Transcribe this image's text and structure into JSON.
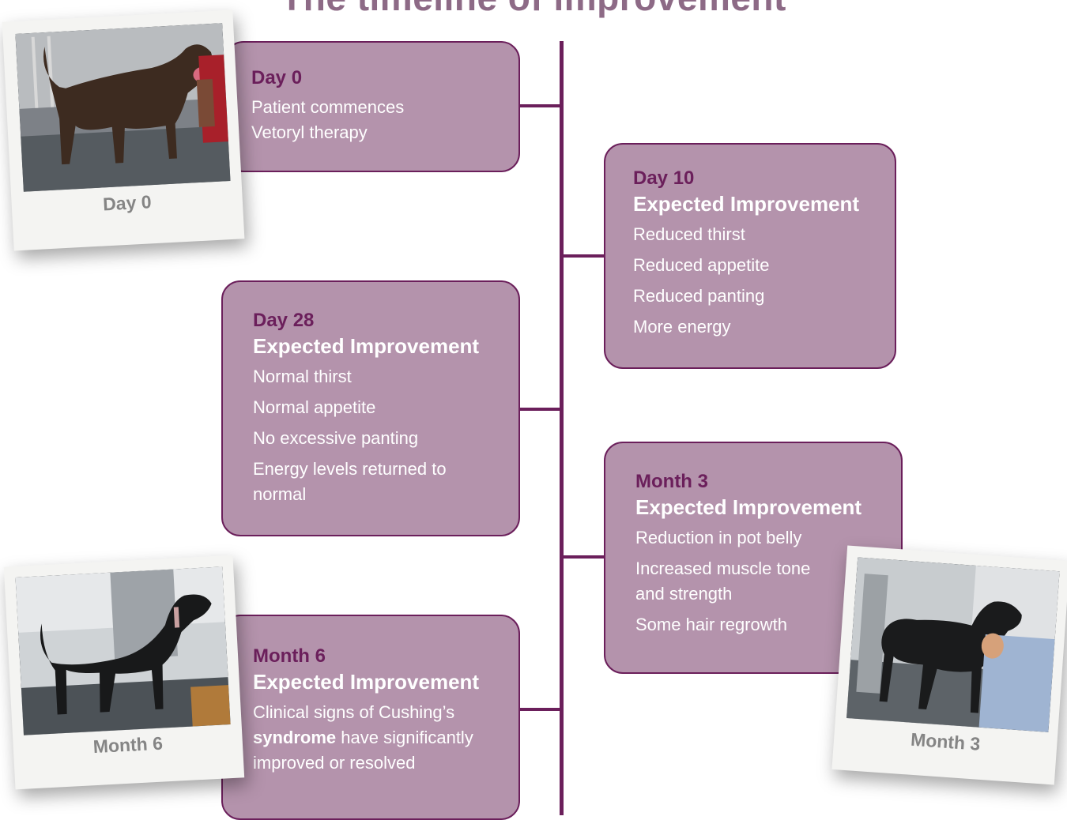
{
  "title": "The timeline of improvement",
  "colors": {
    "card_fill": "#b493ac",
    "card_border": "#6b1f5b",
    "stage_text": "#6b1f5b",
    "timeline": "#6b1f5b",
    "title": "#8d6a86"
  },
  "stages": {
    "day0": {
      "stage": "Day 0",
      "desc_line1": "Patient commences",
      "desc_line2": "Vetoryl therapy"
    },
    "day10": {
      "stage": "Day 10",
      "heading": "Expected Improvement",
      "items": [
        "Reduced thirst",
        "Reduced appetite",
        "Reduced panting",
        "More energy"
      ]
    },
    "day28": {
      "stage": "Day 28",
      "heading": "Expected Improvement",
      "items": [
        "Normal thirst",
        "Normal appetite",
        "No excessive panting",
        "Energy levels returned to normal"
      ]
    },
    "month3": {
      "stage": "Month 3",
      "heading": "Expected Improvement",
      "items": [
        "Reduction in pot belly",
        "Increased muscle tone and strength",
        "Some hair regrowth"
      ]
    },
    "month6": {
      "stage": "Month 6",
      "heading": "Expected Improvement",
      "desc_pre": "Clinical signs of Cushing’s",
      "desc_bold": "syndrome",
      "desc_post": "have significantly improved or resolved"
    }
  },
  "photos": {
    "day0": {
      "caption": "Day 0",
      "subject": "dog-photo"
    },
    "month6": {
      "caption": "Month 6",
      "subject": "dog-photo"
    },
    "month3": {
      "caption": "Month 3",
      "subject": "dog-photo"
    }
  }
}
